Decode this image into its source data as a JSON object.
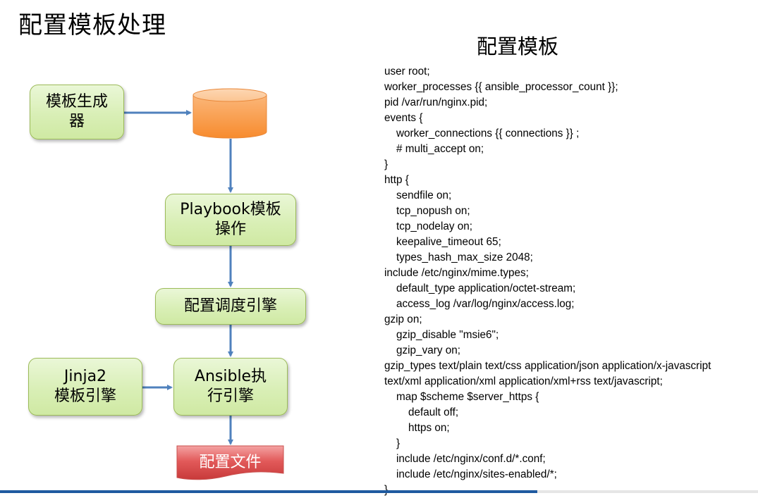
{
  "slide": {
    "title": "配置模板处理"
  },
  "diagram": {
    "nodes": {
      "template_generator": {
        "line1": "模板生成",
        "line2": "器"
      },
      "playbook": {
        "line1": "Playbook模板",
        "line2": "操作"
      },
      "scheduler": {
        "line1": "配置调度引擎"
      },
      "jinja2": {
        "line1": "Jinja2",
        "line2": "模板引擎"
      },
      "ansible": {
        "line1": "Ansible执",
        "line2": "行引擎"
      },
      "config_file": {
        "label": "配置文件"
      }
    },
    "colors": {
      "node_border": "#9cbb59",
      "node_fill": "#d9efb6",
      "arrow": "#4f81bd",
      "cylinder": "#f79646",
      "document": "#d94040"
    }
  },
  "config_panel": {
    "title": "配置模板",
    "lines": [
      {
        "indent": 0,
        "text": "user root;"
      },
      {
        "indent": 0,
        "text": "worker_processes {{ ansible_processor_count }};"
      },
      {
        "indent": 0,
        "text": "pid /var/run/nginx.pid;"
      },
      {
        "indent": 0,
        "text": "events {"
      },
      {
        "indent": 1,
        "text": "worker_connections {{ connections }} ;"
      },
      {
        "indent": 1,
        "text": "# multi_accept on;"
      },
      {
        "indent": 0,
        "text": "}"
      },
      {
        "indent": 0,
        "text": "http {"
      },
      {
        "indent": 1,
        "text": "sendfile on;"
      },
      {
        "indent": 1,
        "text": "tcp_nopush on;"
      },
      {
        "indent": 1,
        "text": "tcp_nodelay on;"
      },
      {
        "indent": 1,
        "text": "keepalive_timeout 65;"
      },
      {
        "indent": 1,
        "text": "types_hash_max_size 2048;"
      },
      {
        "indent": 0,
        "text": "include /etc/nginx/mime.types;"
      },
      {
        "indent": 1,
        "text": "default_type application/octet-stream;"
      },
      {
        "indent": 1,
        "text": "access_log /var/log/nginx/access.log;"
      },
      {
        "indent": 0,
        "text": "gzip on;"
      },
      {
        "indent": 1,
        "text": "gzip_disable \"msie6\";"
      },
      {
        "indent": 1,
        "text": "gzip_vary on;"
      },
      {
        "indent": 0,
        "text": "gzip_types text/plain text/css application/json application/x-javascript"
      },
      {
        "indent": 0,
        "text": "text/xml application/xml application/xml+rss text/javascript;"
      },
      {
        "indent": 1,
        "text": "map $scheme $server_https {"
      },
      {
        "indent": 2,
        "text": "default off;"
      },
      {
        "indent": 2,
        "text": "https on;"
      },
      {
        "indent": 1,
        "text": "}"
      },
      {
        "indent": 1,
        "text": "include /etc/nginx/conf.d/*.conf;"
      },
      {
        "indent": 1,
        "text": "include /etc/nginx/sites-enabled/*;"
      },
      {
        "indent": 0,
        "text": "}"
      }
    ]
  }
}
